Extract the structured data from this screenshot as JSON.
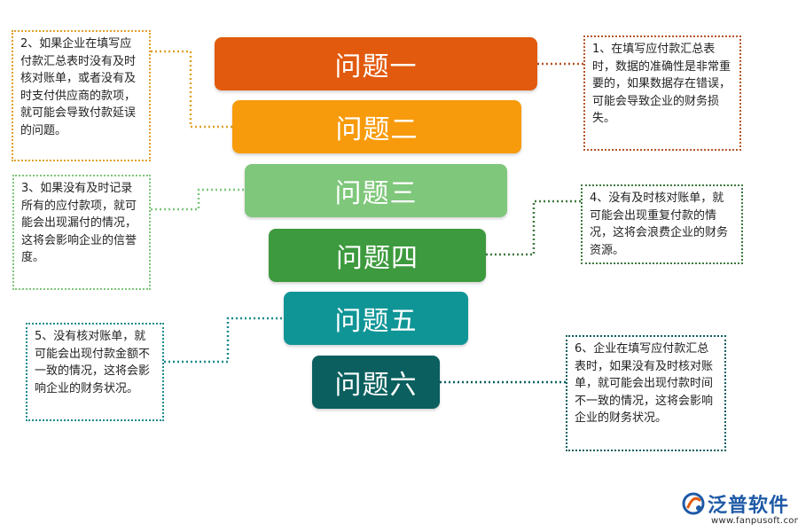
{
  "bars": [
    {
      "label": "问题一",
      "color": "#e25a0d"
    },
    {
      "label": "问题二",
      "color": "#f79b0c"
    },
    {
      "label": "问题三",
      "color": "#7fc77b"
    },
    {
      "label": "问题四",
      "color": "#3d9a3e"
    },
    {
      "label": "问题五",
      "color": "#109597"
    },
    {
      "label": "问题六",
      "color": "#0b5f5f"
    }
  ],
  "notes": [
    {
      "text": "1、在填写应付款汇总表时，数据的准确性是非常重要的，如果数据存在错误，可能会导致企业的财务损失。",
      "border_color": "#b5562a"
    },
    {
      "text": "2、如果企业在填写应付款汇总表时没有及时核对账单，或者没有及时支付供应商的款项，就可能会导致付款延误的问题。",
      "border_color": "#e0a12a"
    },
    {
      "text": "3、如果没有及时记录所有的应付款项，就可能会出现漏付的情况，这将会影响企业的信誉度。",
      "border_color": "#7fc77b"
    },
    {
      "text": "4、没有及时核对账单，就可能会出现重复付款的情况，这将会浪费企业的财务资源。",
      "border_color": "#3d7a3e"
    },
    {
      "text": "5、没有核对账单，就可能会出现付款金额不一致的情况，这将会影响企业的财务状况。",
      "border_color": "#1a8a8c"
    },
    {
      "text": "6、企业在填写应付款汇总表时，如果没有及时核对账单，就可能会出现付款时间不一致的情况，这将会影响企业的财务状况。",
      "border_color": "#0b5f5f"
    }
  ],
  "logo": {
    "name": "泛普软件",
    "url": "www.fanpusoft.com",
    "color": "#1f5aa6",
    "icon": "fanpu-logo-icon"
  }
}
